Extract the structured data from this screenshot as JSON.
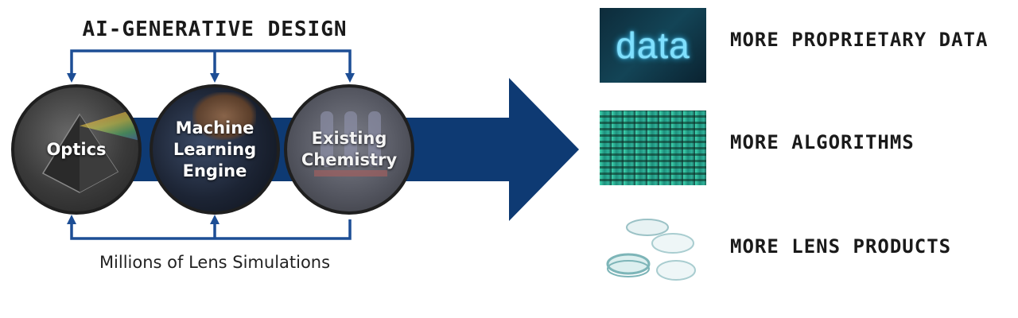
{
  "diagram": {
    "title": "AI-GENERATIVE DESIGN",
    "subtitle": "Millions of Lens Simulations",
    "nodes": [
      {
        "label": "Optics"
      },
      {
        "label": "Machine\nLearning\nEngine"
      },
      {
        "label": "Existing\nChemistry"
      }
    ],
    "colors": {
      "arrow": "#0e3a73",
      "connector": "#1d4e95"
    }
  },
  "outcomes": [
    {
      "image_text": "data",
      "label": "MORE PROPRIETARY DATA"
    },
    {
      "label": "MORE ALGORITHMS"
    },
    {
      "label": "MORE LENS PRODUCTS"
    }
  ]
}
